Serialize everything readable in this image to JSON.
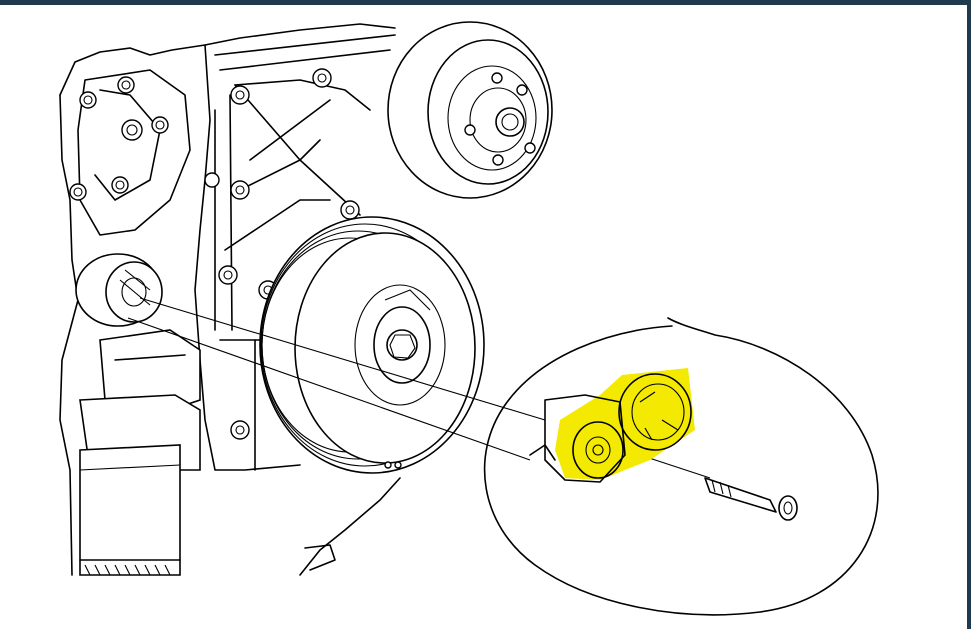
{
  "figure": {
    "subject": "engine-front-drive-belt-tensioner-exploded-view",
    "colors": {
      "frame": "#1f3a4d",
      "line": "#000000",
      "highlight": "#f4e900",
      "background": "#ffffff"
    },
    "icons": [
      "engine-block",
      "idler-pulley",
      "crankshaft-pulley",
      "tensioner",
      "tensioner-bolt",
      "oil-filter",
      "hand-drawn-circle"
    ]
  }
}
